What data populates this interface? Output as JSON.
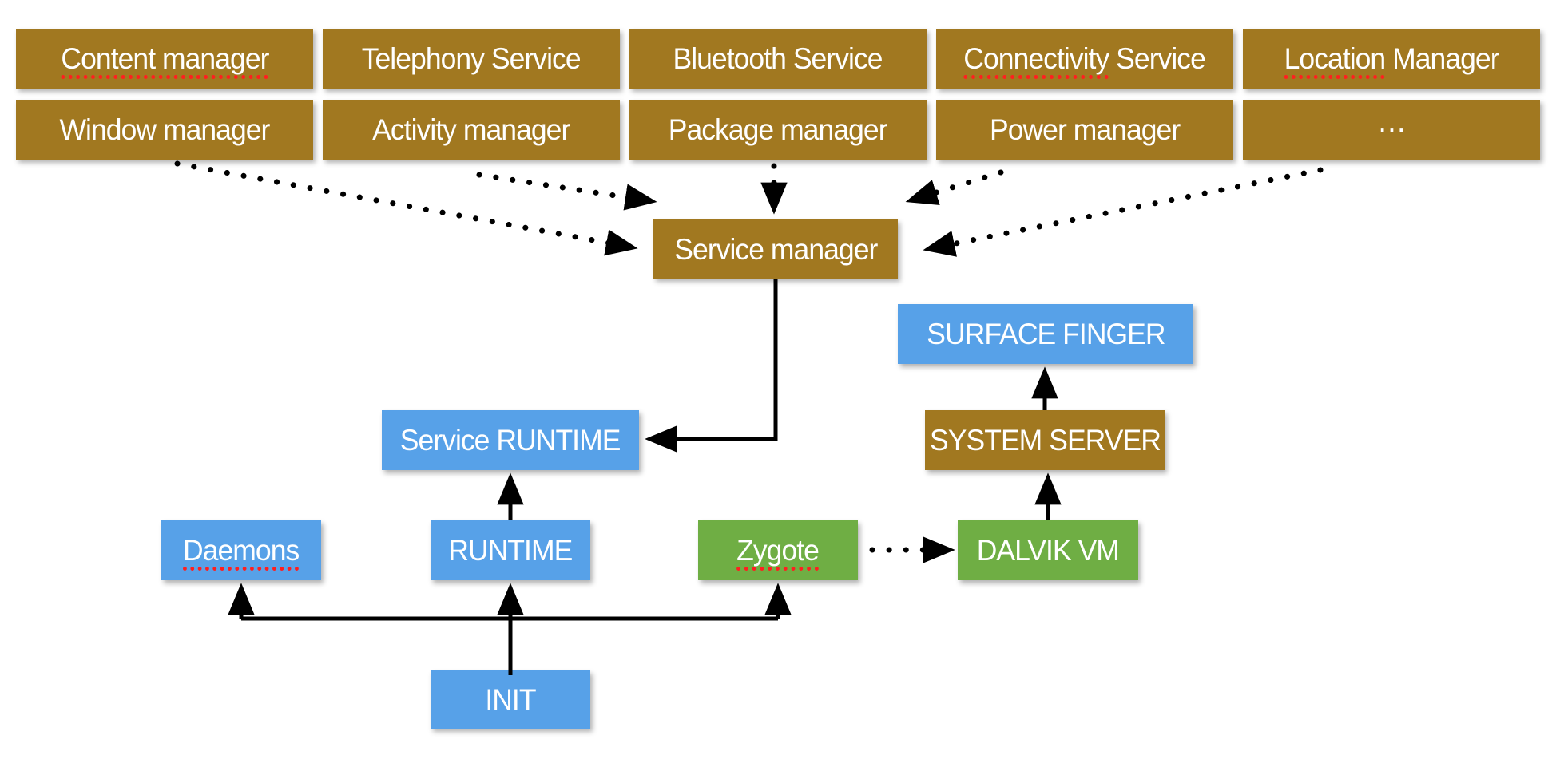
{
  "colors": {
    "gold_box": "#A17820",
    "blue_box": "#57A1E8",
    "green_box": "#6FAE44",
    "label_text": "#FFFFFF",
    "arrow": "#000000",
    "spellcheck_underline": "#FF1F1F"
  },
  "top_grid": {
    "row1": [
      {
        "label": "Content manager",
        "spellcheck_underline": true
      },
      {
        "label": "Telephony Service",
        "spellcheck_underline": false
      },
      {
        "label": "Bluetooth Service",
        "spellcheck_underline": false
      },
      {
        "part1": "Connectivity",
        "part2": " Service",
        "spellcheck_underline": true
      },
      {
        "part1": "Location",
        "part2": " Manager",
        "spellcheck_underline": true
      }
    ],
    "row2": [
      {
        "label": "Window manager",
        "spellcheck_underline": false
      },
      {
        "label": "Activity manager",
        "spellcheck_underline": false
      },
      {
        "label": "Package manager",
        "spellcheck_underline": false
      },
      {
        "label": "Power manager",
        "spellcheck_underline": false
      },
      {
        "label": "⋯",
        "spellcheck_underline": false
      }
    ]
  },
  "nodes": {
    "service_manager": {
      "label": "Service manager",
      "color": "gold"
    },
    "surface_finger": {
      "label": "SURFACE FINGER",
      "color": "blue"
    },
    "system_server": {
      "label": "SYSTEM SERVER",
      "color": "gold"
    },
    "service_runtime": {
      "label": "Service RUNTIME",
      "color": "blue"
    },
    "daemons": {
      "label": "Daemons",
      "color": "blue",
      "spellcheck_underline": true
    },
    "runtime": {
      "label": "RUNTIME",
      "color": "blue"
    },
    "zygote": {
      "label": "Zygote",
      "color": "green",
      "spellcheck_underline": true
    },
    "dalvik_vm": {
      "label": "DALVIK VM",
      "color": "green"
    },
    "init": {
      "label": "INIT",
      "color": "blue"
    }
  },
  "edges": [
    {
      "from": "window-manager",
      "to": "service-manager",
      "style": "dotted"
    },
    {
      "from": "activity-manager",
      "to": "service-manager",
      "style": "dotted"
    },
    {
      "from": "package-manager",
      "to": "service-manager",
      "style": "dotted"
    },
    {
      "from": "power-manager",
      "to": "service-manager",
      "style": "dotted"
    },
    {
      "from": "more-managers",
      "to": "service-manager",
      "style": "dotted"
    },
    {
      "from": "service-manager",
      "to": "service-runtime",
      "style": "solid-elbow"
    },
    {
      "from": "runtime",
      "to": "service-runtime",
      "style": "solid"
    },
    {
      "from": "init",
      "to": "runtime",
      "style": "solid"
    },
    {
      "from": "init",
      "to": "daemons",
      "style": "solid-elbow"
    },
    {
      "from": "init",
      "to": "zygote",
      "style": "solid-elbow"
    },
    {
      "from": "zygote",
      "to": "dalvik-vm",
      "style": "dotted"
    },
    {
      "from": "dalvik-vm",
      "to": "system-server",
      "style": "solid"
    },
    {
      "from": "system-server",
      "to": "surface-finger",
      "style": "solid"
    }
  ]
}
